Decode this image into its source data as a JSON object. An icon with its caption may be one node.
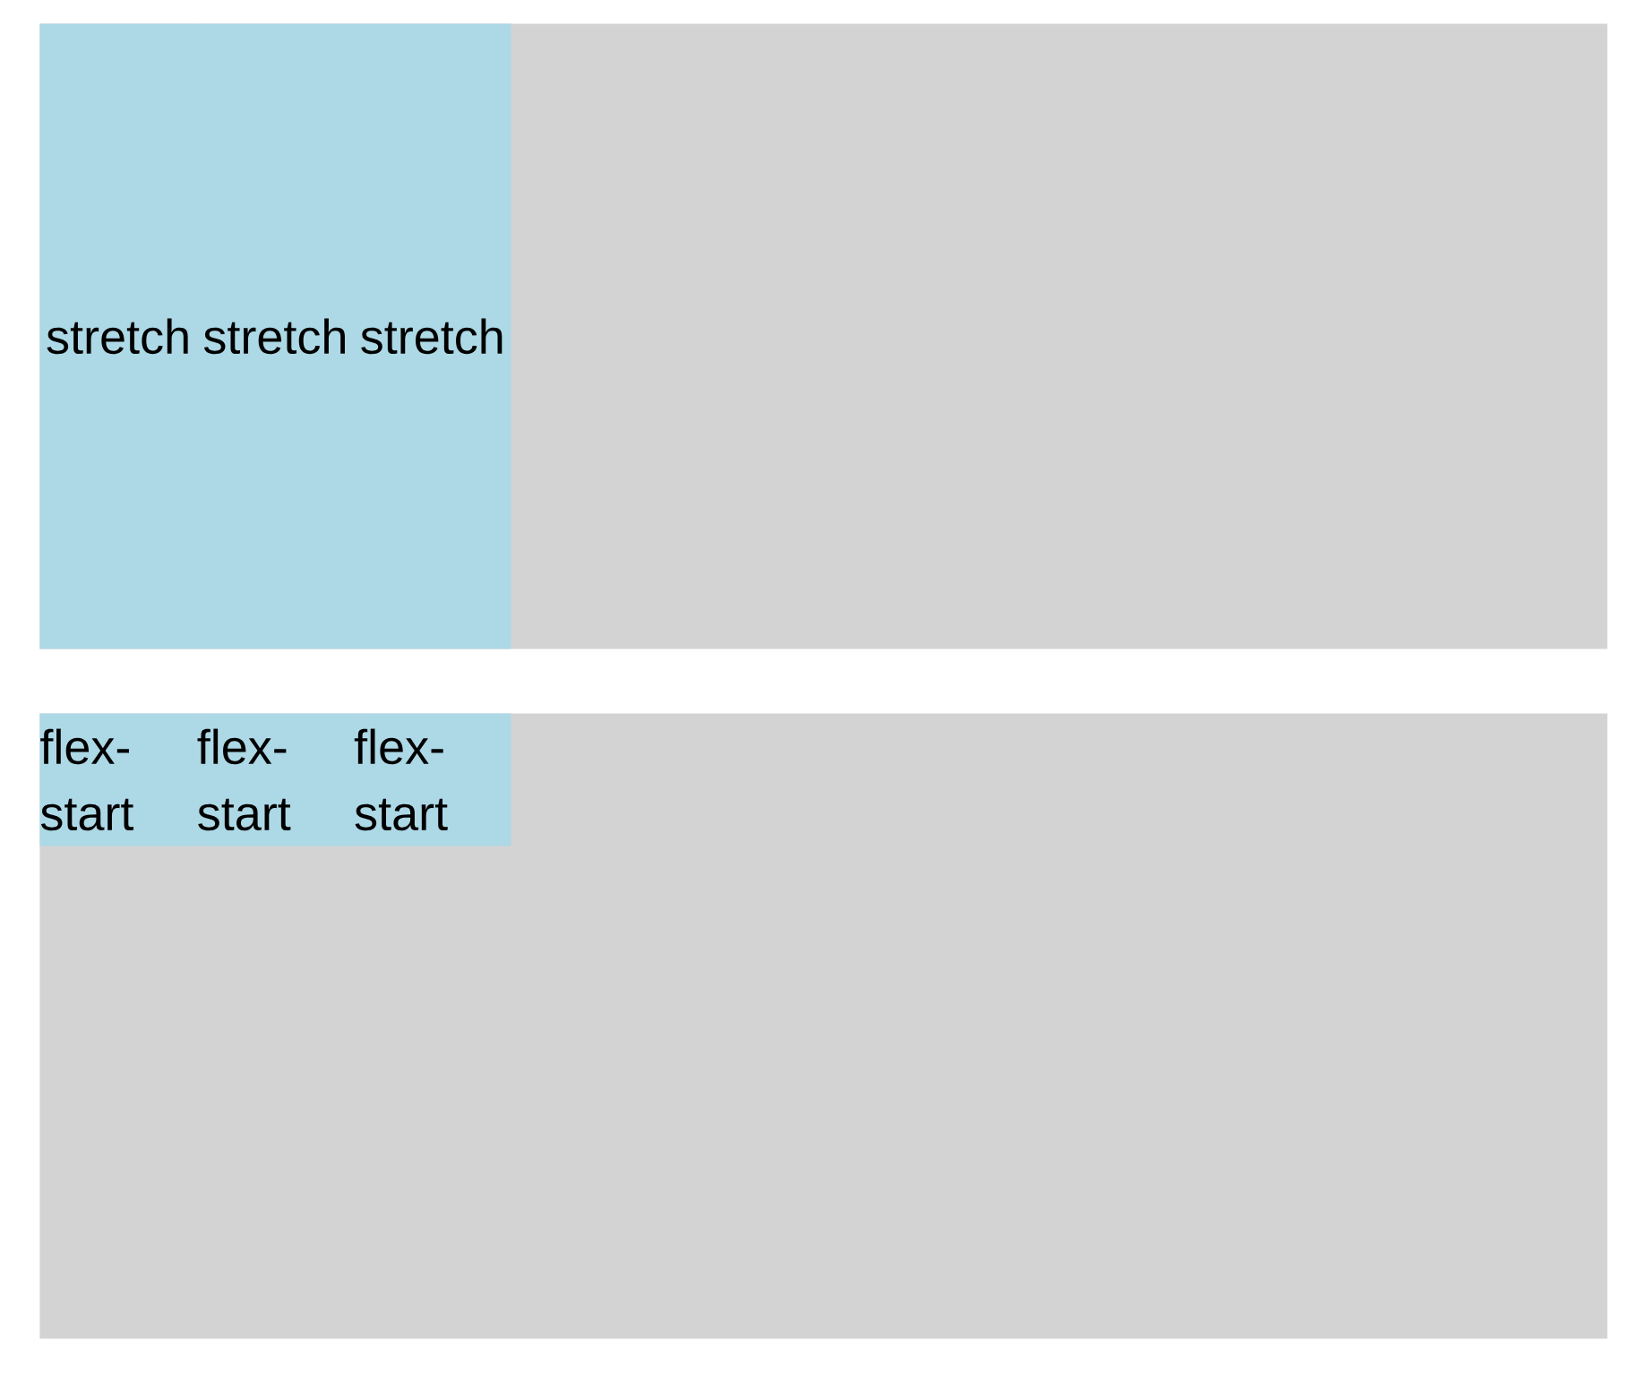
{
  "diagram": {
    "nodes": [
      {
        "text": [],
        "shape": "box"
      },
      {
        "text": [
          "stretch"
        ],
        "in": 0
      },
      {
        "text": [
          "stretch"
        ],
        "in": 0
      },
      {
        "text": [
          "stretch"
        ],
        "in": 0
      },
      {
        "text": [],
        "shape": "box"
      },
      {
        "text": [
          "flex-start"
        ],
        "in": 4
      },
      {
        "text": [
          "flex-start"
        ],
        "in": 4
      },
      {
        "text": [
          "flex-start"
        ],
        "in": 4
      }
    ]
  }
}
